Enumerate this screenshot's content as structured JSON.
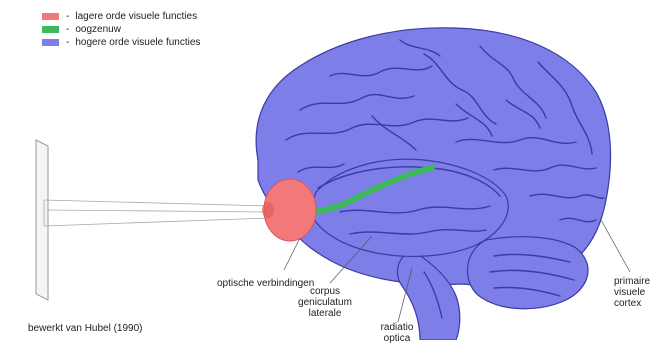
{
  "legend": [
    {
      "label": "lagere orde visuele functies",
      "color": "#f2787a"
    },
    {
      "label": "oogzenuw",
      "color": "#3db85a"
    },
    {
      "label": "hogere orde visuele functies",
      "color": "#7d7ee8"
    }
  ],
  "legend_dash": "-",
  "labels": {
    "optic": "optische verbindingen",
    "lgn_1": "corpus",
    "lgn_2": "geniculatum",
    "lgn_3": "laterale",
    "radiatio_1": "radiatio",
    "radiatio_2": "optica",
    "cortex_1": "primaire",
    "cortex_2": "visuele",
    "cortex_3": "cortex",
    "credit": "bewerkt van Hubel (1990)"
  },
  "colors": {
    "brain_fill": "#7d7ee8",
    "brain_line": "#3b3aa6",
    "eye": "#f2787a",
    "nerve": "#3db85a"
  }
}
